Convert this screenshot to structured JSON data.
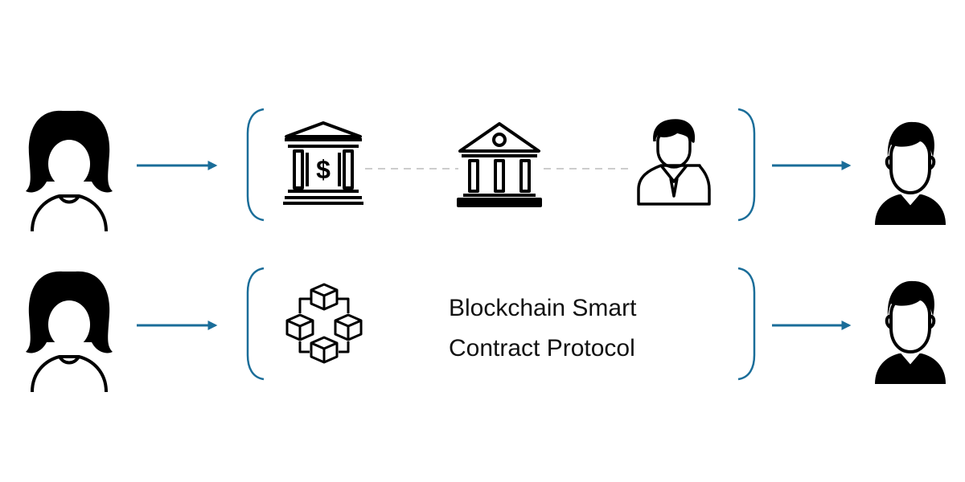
{
  "diagram": {
    "protocol_label": {
      "line1": "Blockchain Smart",
      "line2": "Contract Protocol"
    },
    "rows": [
      {
        "row": "traditional",
        "sender_icon": "woman-user-icon",
        "intermediaries": [
          "bank-dollar-icon",
          "government-building-icon",
          "businessman-icon"
        ],
        "receiver_icon": "man-user-icon"
      },
      {
        "row": "blockchain",
        "sender_icon": "woman-user-icon",
        "intermediaries": [
          "blockchain-network-icon"
        ],
        "receiver_icon": "man-user-icon"
      }
    ],
    "colors": {
      "arrow": "#1a6d99",
      "bracket": "#1a6d99",
      "icon": "#000000",
      "connector": "#cccccc"
    }
  }
}
